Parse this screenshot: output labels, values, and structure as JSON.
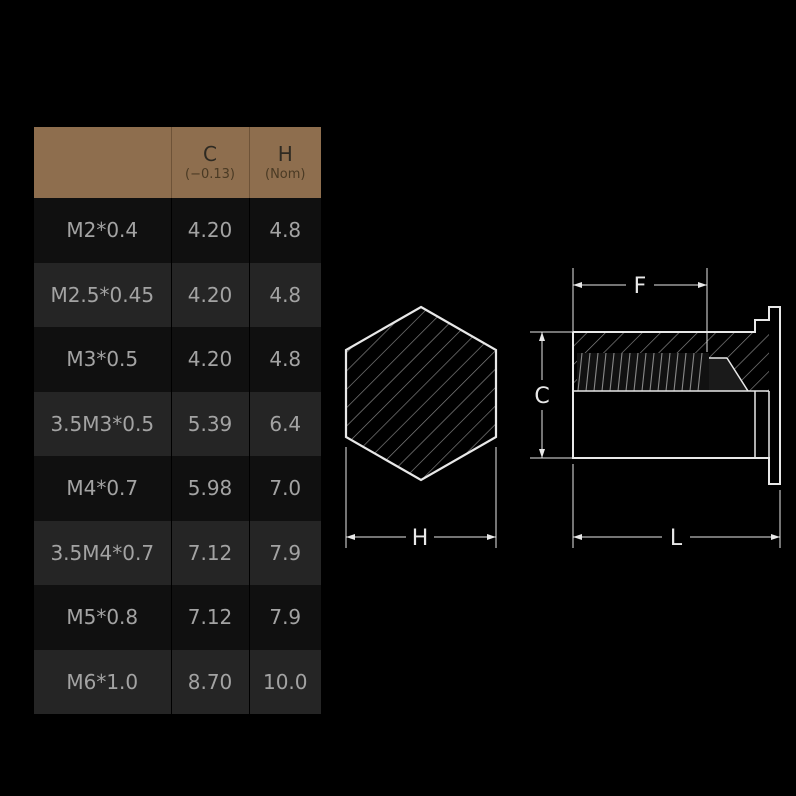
{
  "table": {
    "headers": [
      {
        "main": "",
        "sub": ""
      },
      {
        "main": "C",
        "sub": "(−0.13)"
      },
      {
        "main": "H",
        "sub": "(Nom)"
      }
    ],
    "rows": [
      {
        "thread": "M2*0.4",
        "c": "4.20",
        "h": "4.8"
      },
      {
        "thread": "M2.5*0.45",
        "c": "4.20",
        "h": "4.8"
      },
      {
        "thread": "M3*0.5",
        "c": "4.20",
        "h": "4.8"
      },
      {
        "thread": "3.5M3*0.5",
        "c": "5.39",
        "h": "6.4"
      },
      {
        "thread": "M4*0.7",
        "c": "5.98",
        "h": "7.0"
      },
      {
        "thread": "3.5M4*0.7",
        "c": "7.12",
        "h": "7.9"
      },
      {
        "thread": "M5*0.8",
        "c": "7.12",
        "h": "7.9"
      },
      {
        "thread": "M6*1.0",
        "c": "8.70",
        "h": "10.0"
      }
    ]
  },
  "drawing": {
    "labels": {
      "H": "H",
      "C": "C",
      "F": "F",
      "L": "L"
    }
  },
  "colors": {
    "header_bg": "#8e6e4e",
    "row_dark": "#101010",
    "row_light": "#252525",
    "line": "#e8e8e8",
    "hatch": "#8a8a8a"
  }
}
